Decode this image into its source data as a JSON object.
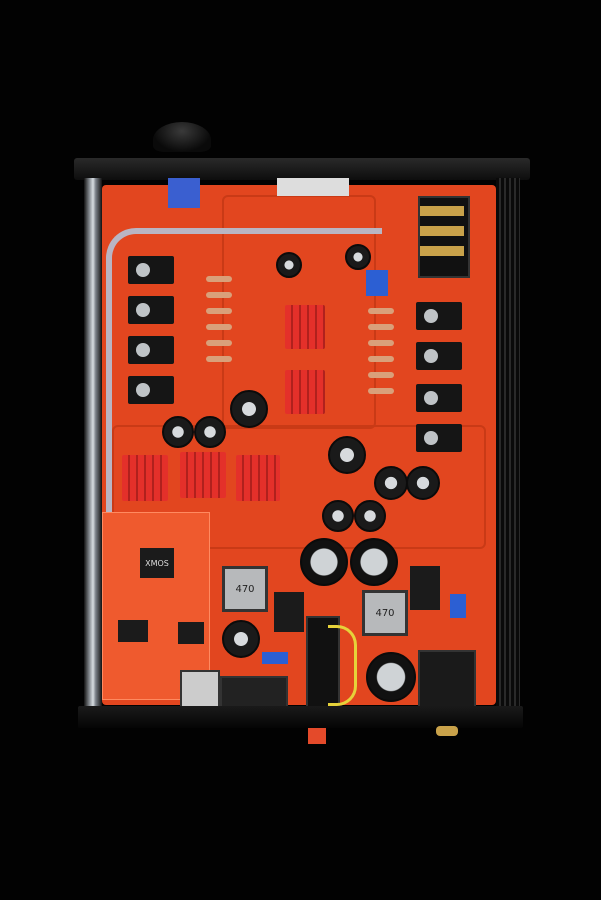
{
  "photo": {
    "components": {
      "xmos_chip_text": "XMOS",
      "inductor_1_text": "470",
      "inductor_2_text": "470"
    }
  }
}
